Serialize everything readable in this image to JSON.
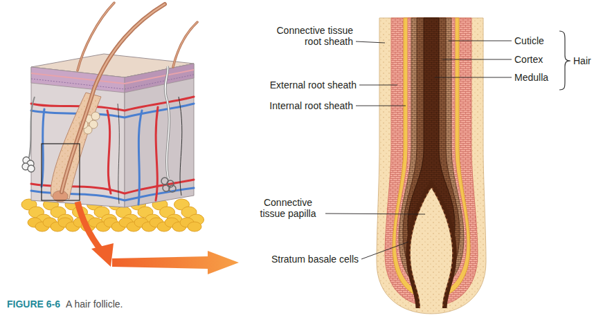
{
  "diagram": {
    "caption": "A hair follicle.",
    "labels": [
      "Connective tissue root sheath",
      "Cuticle",
      "Cortex",
      "Hair",
      "Medulla",
      "External root sheath",
      "Internal root sheath",
      "Connective tissue papilla",
      "Stratum basale cells",
      "FIGURE 6-6"
    ]
  }
}
